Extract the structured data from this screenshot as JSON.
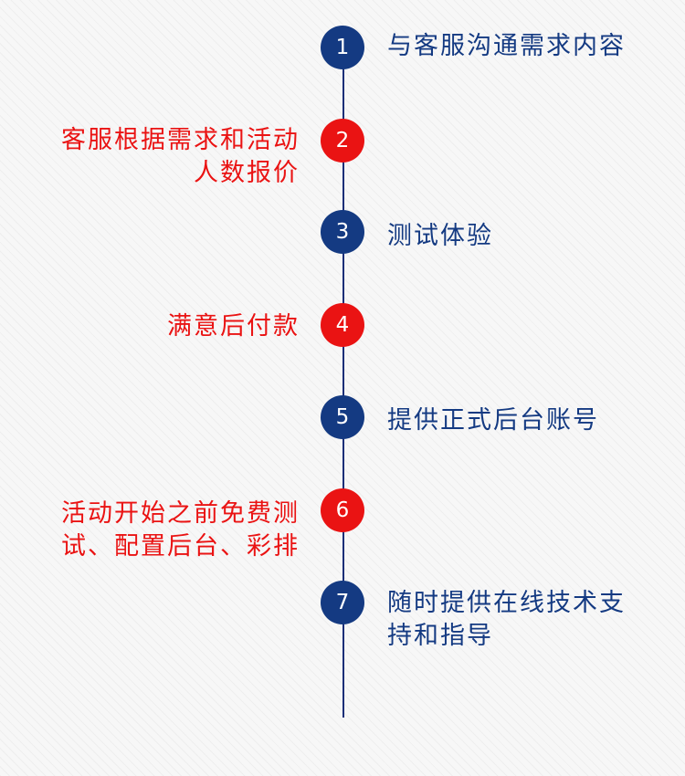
{
  "colors": {
    "blue": "#143a82",
    "red": "#ea1313",
    "line": "#1b2f78",
    "background": "#f7f7f7"
  },
  "steps": [
    {
      "number": "1",
      "lines": [
        "与客服沟通需求内容"
      ],
      "color": "#143a82",
      "side": "right"
    },
    {
      "number": "2",
      "lines": [
        "客服根据需求和活动",
        "人数报价"
      ],
      "color": "#ea1313",
      "side": "left"
    },
    {
      "number": "3",
      "lines": [
        "测试体验"
      ],
      "color": "#143a82",
      "side": "right"
    },
    {
      "number": "4",
      "lines": [
        "满意后付款"
      ],
      "color": "#ea1313",
      "side": "left"
    },
    {
      "number": "5",
      "lines": [
        "提供正式后台账号"
      ],
      "color": "#143a82",
      "side": "right"
    },
    {
      "number": "6",
      "lines": [
        "活动开始之前免费测",
        "试、配置后台、彩排"
      ],
      "color": "#ea1313",
      "side": "left"
    },
    {
      "number": "7",
      "lines": [
        "随时提供在线技术支",
        "持和指导"
      ],
      "color": "#143a82",
      "side": "right"
    }
  ]
}
